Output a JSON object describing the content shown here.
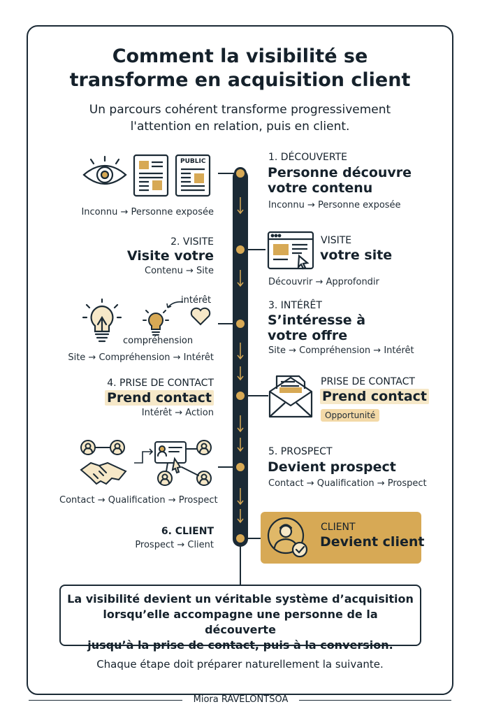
{
  "header": {
    "title_line1": "Comment la visibilité se",
    "title_line2": "transforme en acquisition client",
    "subtitle_line1": "Un parcours cohérent transforme progressivement",
    "subtitle_line2": "l'attention en relation, puis en client."
  },
  "steps": {
    "s1": {
      "number_label": "1. DÉCOUVERTE",
      "heading_line1": "Personne découvre",
      "heading_line2": "votre contenu",
      "flow_right": "Inconnu → Personne exposée",
      "flow_left": "Inconnu → Personne exposée",
      "public_tag": "PUBLIC"
    },
    "s2": {
      "number_label": "2. VISITE",
      "heading_left": "Visite votre",
      "flow_left": "Contenu → Site",
      "right_label": "VISITE",
      "right_heading": "votre site",
      "flow_right": "Découvrir → Approfondir"
    },
    "s3": {
      "number_label": "3. INTÉRÊT",
      "heading_line1": "S’intéresse à",
      "heading_line2": "votre offre",
      "flow_right": "Site → Compréhension → Intérêt",
      "flow_left": "Site → Compréhension → Intérêt",
      "annot_interet": "intérêt",
      "annot_comprehension": "compréhension"
    },
    "s4": {
      "number_label": "4. PRISE DE CONTACT",
      "heading_left": "Prend contact",
      "flow_left": "Intérêt → Action",
      "right_label": "PRISE DE CONTACT",
      "right_heading": "Prend contact",
      "badge": "Opportunité"
    },
    "s5": {
      "number_label": "5. PROSPECT",
      "heading": "Devient prospect",
      "flow_right": "Contact → Qualification → Prospect",
      "flow_left": "Contact → Qualification → Prospect"
    },
    "s6": {
      "number_label": "6. CLIENT",
      "flow_left": "Prospect → Client",
      "right_label": "CLIENT",
      "right_heading": "Devient client"
    }
  },
  "summary": {
    "line1": "La visibilité devient un véritable système d’acquisition",
    "line2": "lorsqu’elle accompagne une personne de la découverte",
    "line3": "jusqu’à la prise de contact, puis à la conversion."
  },
  "footer": {
    "note": "Chaque étape doit préparer naturellement la suivante.",
    "credit": "Miora RAVELONTSOA"
  },
  "colors": {
    "ink": "#1b2a35",
    "gold": "#d7a955",
    "highlight": "#f6e8c8",
    "badge": "#f3d9a7"
  }
}
